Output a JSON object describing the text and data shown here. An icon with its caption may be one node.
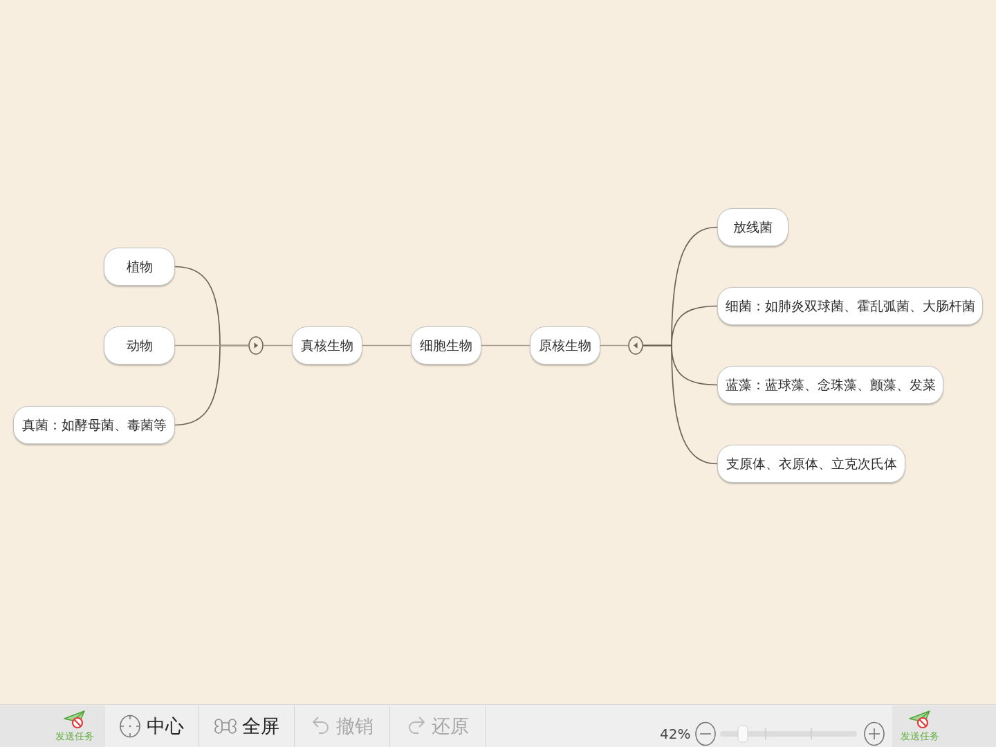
{
  "diagram": {
    "nodes": [
      {
        "text": [
          "植物"
        ]
      },
      {
        "text": [
          "动物"
        ]
      },
      {
        "text": [
          "真菌：如酵母菌、毒菌等"
        ]
      },
      {
        "text": [],
        "shape": "circle"
      },
      {
        "text": [
          "真核生物"
        ]
      },
      {
        "text": [
          "细胞生物"
        ]
      },
      {
        "text": [
          "原核生物"
        ]
      },
      {
        "text": [],
        "shape": "circle"
      },
      {
        "text": [
          "放线菌"
        ]
      },
      {
        "text": [
          "细菌：如肺炎双球菌、霍乱弧菌、大肠杆菌"
        ]
      },
      {
        "text": [
          "蓝藻：蓝球藻、念珠藻、颤藻、发菜"
        ]
      },
      {
        "text": [
          "支原体、衣原体、立克次氏体"
        ]
      }
    ],
    "edges": [
      {
        "from": 5,
        "to": 4,
        "arrow": "none",
        "color": "#a99d8d"
      },
      {
        "from": 5,
        "to": 6,
        "arrow": "none",
        "color": "#a99d8d"
      },
      {
        "from": 4,
        "to": 3,
        "arrow": "none",
        "color": "#a99d8d"
      },
      {
        "from": 3,
        "to": 0,
        "arrow": "none"
      },
      {
        "from": 3,
        "to": 1,
        "arrow": "none",
        "color": "#a99d8d"
      },
      {
        "from": 3,
        "to": 2,
        "arrow": "none"
      },
      {
        "from": 6,
        "to": 7,
        "arrow": "none",
        "color": "#a99d8d"
      },
      {
        "from": 7,
        "to": 8,
        "arrow": "none"
      },
      {
        "from": 7,
        "to": 9,
        "arrow": "none"
      },
      {
        "from": 7,
        "to": 10,
        "arrow": "none"
      },
      {
        "from": 7,
        "to": 11,
        "arrow": "none"
      }
    ],
    "labels": [
      "发送任务",
      "中心",
      "全屏",
      "撤销",
      "还原",
      "42%",
      "发送任务"
    ]
  }
}
